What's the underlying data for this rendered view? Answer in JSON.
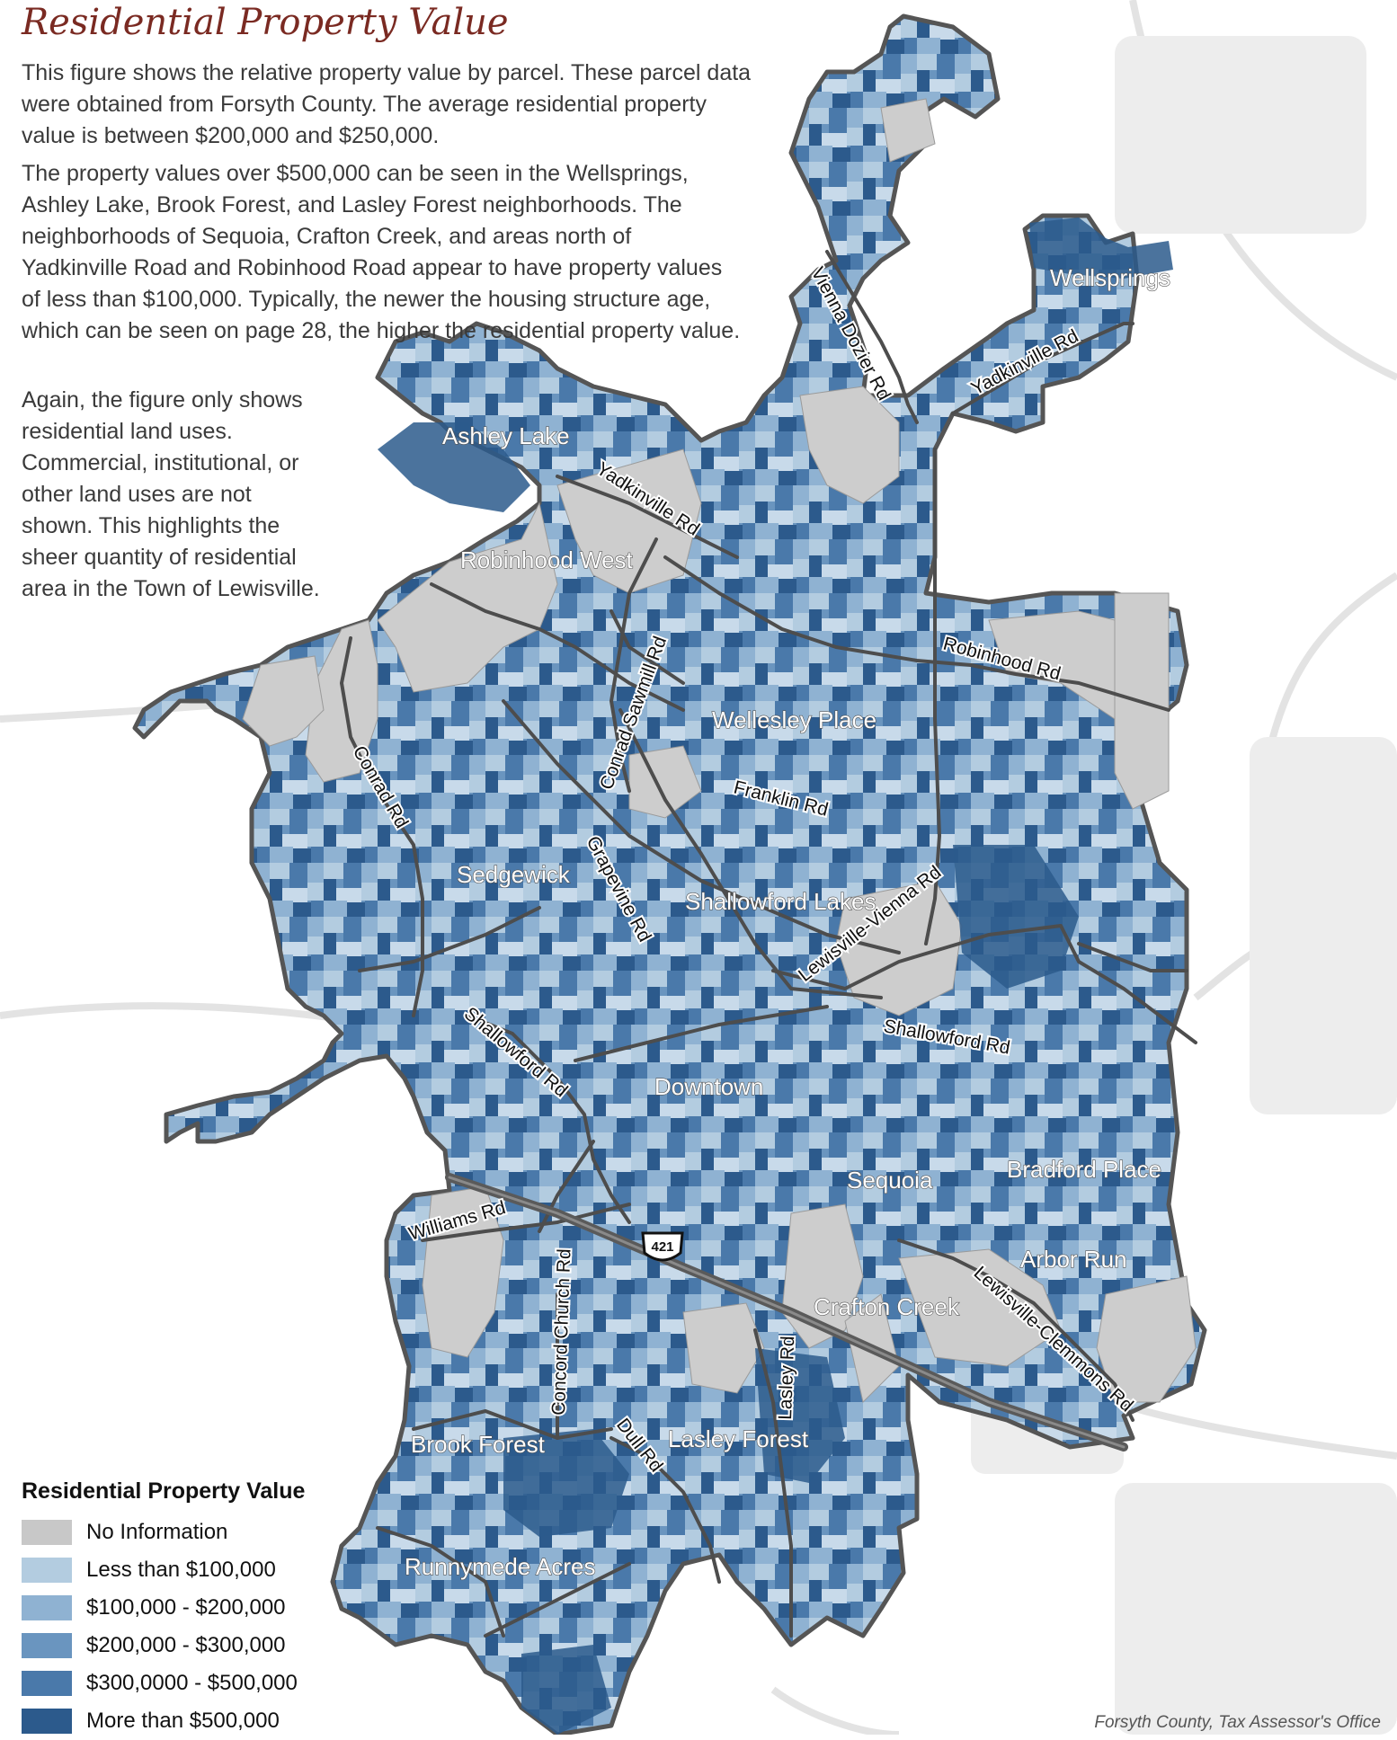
{
  "title": "Residential Property Value",
  "paragraphs": [
    "This figure shows the relative property value by parcel. These parcel data were obtained from Forsyth County. The average residential property value is between $200,000 and $250,000.",
    "The property values over $500,000 can be seen in the Wellsprings, Ashley Lake, Brook Forest, and Lasley Forest neighborhoods. The neighborhoods of Sequoia, Crafton Creek, and areas north of Yadkinville Road and Robinhood Road appear to have property values of less than $100,000. Typically, the newer the housing structure age, which can be seen on page 28, the higher the residential property value.",
    "Again, the figure only shows residential land uses. Commercial, institutional, or other land uses are not shown. This highlights the sheer quantity of residential area in the Town of Lewisville."
  ],
  "roads": [
    "Vienna Dozier Rd",
    "Yadkinville Rd",
    "Yadkinville Rd",
    "Robinhood Rd",
    "Conrad Sawmill Rd",
    "Franklin Rd",
    "Conrad Rd",
    "Grapevine Rd",
    "Lewisville-Vienna Rd",
    "Shallowford Rd",
    "Shallowford Rd",
    "Williams Rd",
    "Concord Church Rd",
    "Lewisville-Clemmons Rd",
    "Lasley Rd",
    "Dull Rd"
  ],
  "highway": "421",
  "neighborhoods": [
    "Wellsprings",
    "Ashley Lake",
    "Robinhood West",
    "Wellesley Place",
    "Sedgewick",
    "Shallowford Lakes",
    "Downtown",
    "Sequoia",
    "Bradford Place",
    "Arbor Run",
    "Crafton Creek",
    "Brook Forest",
    "Lasley Forest",
    "Runnymede Acres"
  ],
  "legend": {
    "title": "Residential Property Value",
    "items": [
      {
        "label": "No Information",
        "color": "#c8c8c8"
      },
      {
        "label": "Less than $100,000",
        "color": "#b3cce0"
      },
      {
        "label": "$100,000 - $200,000",
        "color": "#8fb2d2"
      },
      {
        "label": "$200,000 - $300,000",
        "color": "#6a95bf"
      },
      {
        "label": "$300,0000 - $500,000",
        "color": "#4a79aa"
      },
      {
        "label": "More than $500,000",
        "color": "#2c5a8c"
      }
    ]
  },
  "source": "Forsyth County, Tax Assessor's Office"
}
